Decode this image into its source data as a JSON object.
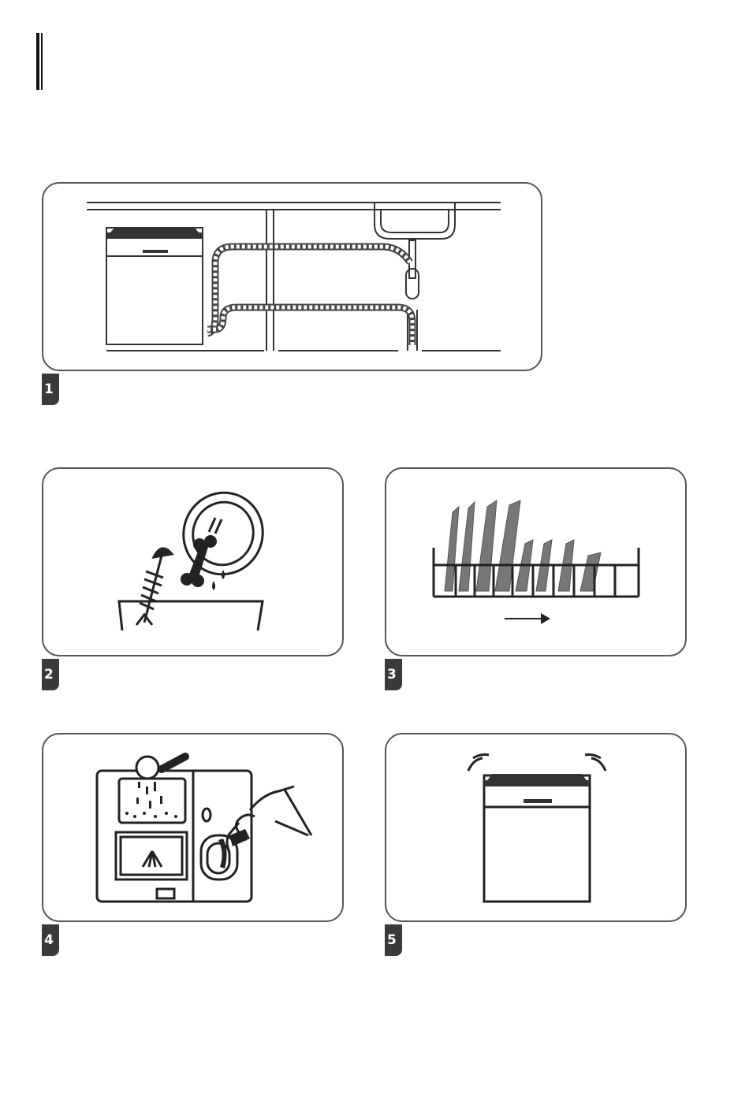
{
  "steps": [
    {
      "number": "1",
      "icon": "drain-hose-installation-icon"
    },
    {
      "number": "2",
      "icon": "scrape-food-residue-icon"
    },
    {
      "number": "3",
      "icon": "load-dish-rack-icon"
    },
    {
      "number": "4",
      "icon": "add-detergent-rinse-aid-icon"
    },
    {
      "number": "5",
      "icon": "start-dishwasher-icon"
    }
  ],
  "colors": {
    "stroke": "#333333",
    "dark": "#3a3a3a",
    "plate_fill": "#777777"
  }
}
